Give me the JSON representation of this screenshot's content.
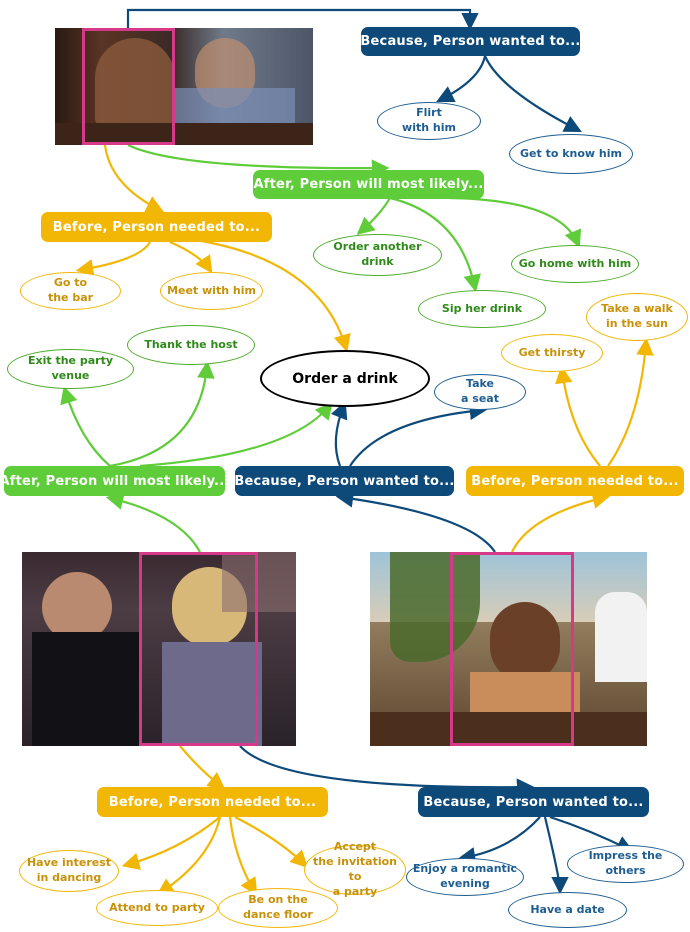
{
  "center": {
    "label": "Order a drink"
  },
  "colors": {
    "blue": "#0d4a7a",
    "green": "#5fcc3a",
    "yellow": "#f2b705",
    "highlight": "#d6388a"
  },
  "top": {
    "because": {
      "header": "Because, Person wanted to...",
      "items": [
        "Flirt\nwith him",
        "Get to know him"
      ]
    },
    "after": {
      "header": "After, Person will most likely...",
      "items": [
        "Order another\ndrink",
        "Go home with him",
        "Sip her drink"
      ]
    },
    "before": {
      "header": "Before, Person needed to...",
      "items": [
        "Go to\nthe bar",
        "Meet with him"
      ]
    }
  },
  "left": {
    "after": {
      "header": "After, Person will most likely...",
      "items": [
        "Exit the party\nvenue",
        "Thank the host"
      ]
    }
  },
  "middle": {
    "because": {
      "header": "Because, Person wanted to...",
      "items": [
        "Take\na seat"
      ]
    }
  },
  "right": {
    "before": {
      "header": "Before, Person needed to...",
      "items": [
        "Get thirsty",
        "Take a walk\nin the sun"
      ]
    }
  },
  "bottom": {
    "before": {
      "header": "Before, Person needed to...",
      "items": [
        "Have interest\nin dancing",
        "Attend to party",
        "Be on the\ndance floor",
        "Accept\nthe invitation to\na party"
      ]
    },
    "because": {
      "header": "Because, Person wanted to...",
      "items": [
        "Enjoy a romantic\nevening",
        "Impress the others",
        "Have a date"
      ]
    }
  }
}
